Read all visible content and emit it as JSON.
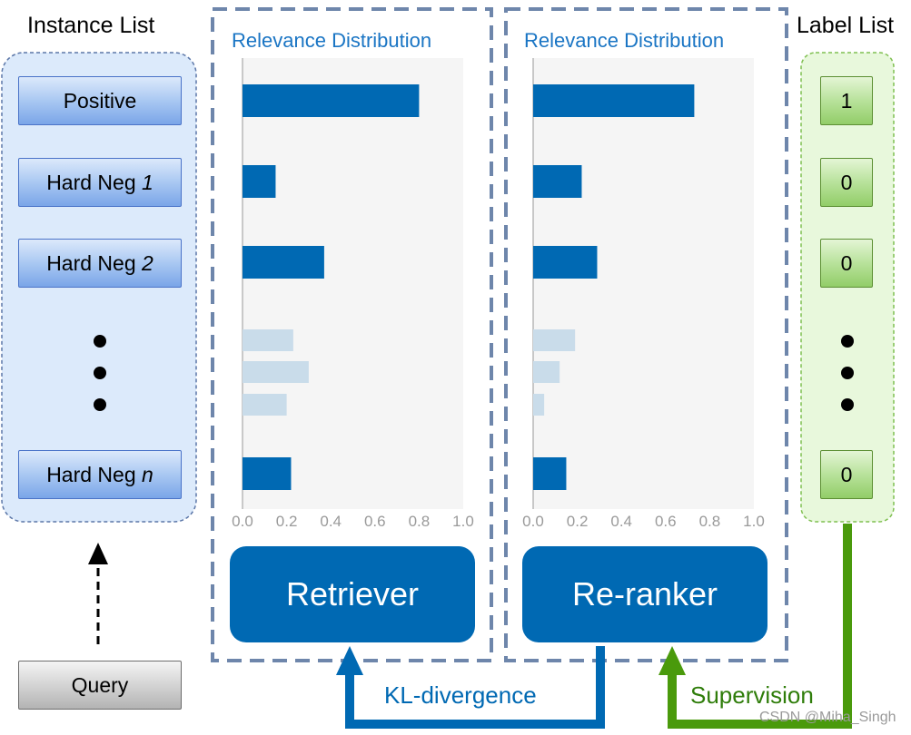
{
  "instance_list": {
    "title": "Instance List",
    "items": [
      {
        "prefix": "Positive",
        "suffix": ""
      },
      {
        "prefix": "Hard Neg ",
        "suffix": "1"
      },
      {
        "prefix": "Hard Neg ",
        "suffix": "2"
      },
      {
        "prefix": "Hard Neg ",
        "suffix": "n"
      }
    ]
  },
  "label_list": {
    "title": "Label List",
    "items": [
      "1",
      "0",
      "0",
      "0"
    ]
  },
  "query": {
    "label": "Query"
  },
  "retriever": {
    "label": "Retriever"
  },
  "reranker": {
    "label": "Re-ranker"
  },
  "arrows": {
    "kl": "KL-divergence",
    "supervision": "Supervision"
  },
  "watermark": "CSDN @Miha_Singh",
  "colors": {
    "bar_dark": "#0069b3",
    "bar_light": "#c9dcea",
    "panel_title": "#1a75c4",
    "instance_fill": "#dceafb",
    "label_fill": "#e8f8dc",
    "supervision": "#4a9a0c"
  },
  "chart_data": [
    {
      "type": "bar",
      "orientation": "horizontal",
      "title": "Relevance Distribution",
      "xlim": [
        0,
        1.0
      ],
      "tick_labels": [
        "0.0",
        "0.2",
        "0.4",
        "0.6",
        "0.8",
        "1.0"
      ],
      "series": [
        {
          "values": [
            0.8,
            0.15,
            0.37,
            0.23,
            0.3,
            0.2,
            0.22
          ],
          "highlight": [
            true,
            true,
            true,
            false,
            false,
            false,
            true
          ]
        }
      ]
    },
    {
      "type": "bar",
      "orientation": "horizontal",
      "title": "Relevance Distribution",
      "xlim": [
        0,
        1.0
      ],
      "tick_labels": [
        "0.0",
        "0.2",
        "0.4",
        "0.6",
        "0.8",
        "1.0"
      ],
      "series": [
        {
          "values": [
            0.73,
            0.22,
            0.29,
            0.19,
            0.12,
            0.05,
            0.15
          ],
          "highlight": [
            true,
            true,
            true,
            false,
            false,
            false,
            true
          ]
        }
      ]
    }
  ]
}
